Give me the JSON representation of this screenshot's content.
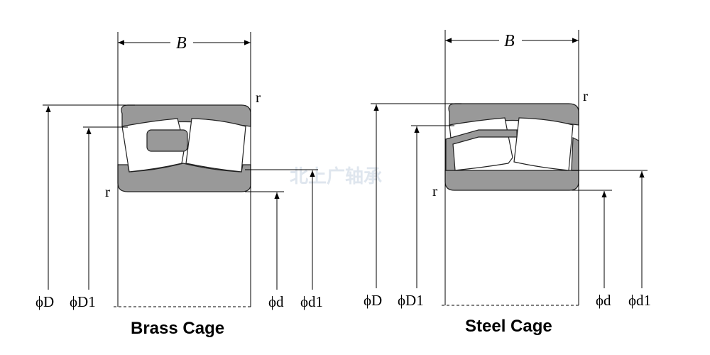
{
  "watermark": "北上广轴承",
  "diagrams": [
    {
      "caption": "Brass Cage",
      "width_label": "B",
      "radius_top": "r",
      "radius_bottom": "r",
      "labels": {
        "D": "ϕD",
        "D1": "ϕD1",
        "d": "ϕd",
        "d1": "ϕd1"
      }
    },
    {
      "caption": "Steel Cage",
      "width_label": "B",
      "radius_top": "r",
      "radius_bottom": "r",
      "labels": {
        "D": "ϕD",
        "D1": "ϕD1",
        "d": "ϕd",
        "d1": "ϕd1"
      }
    }
  ],
  "colors": {
    "ring": "#999999",
    "line": "#000000"
  }
}
